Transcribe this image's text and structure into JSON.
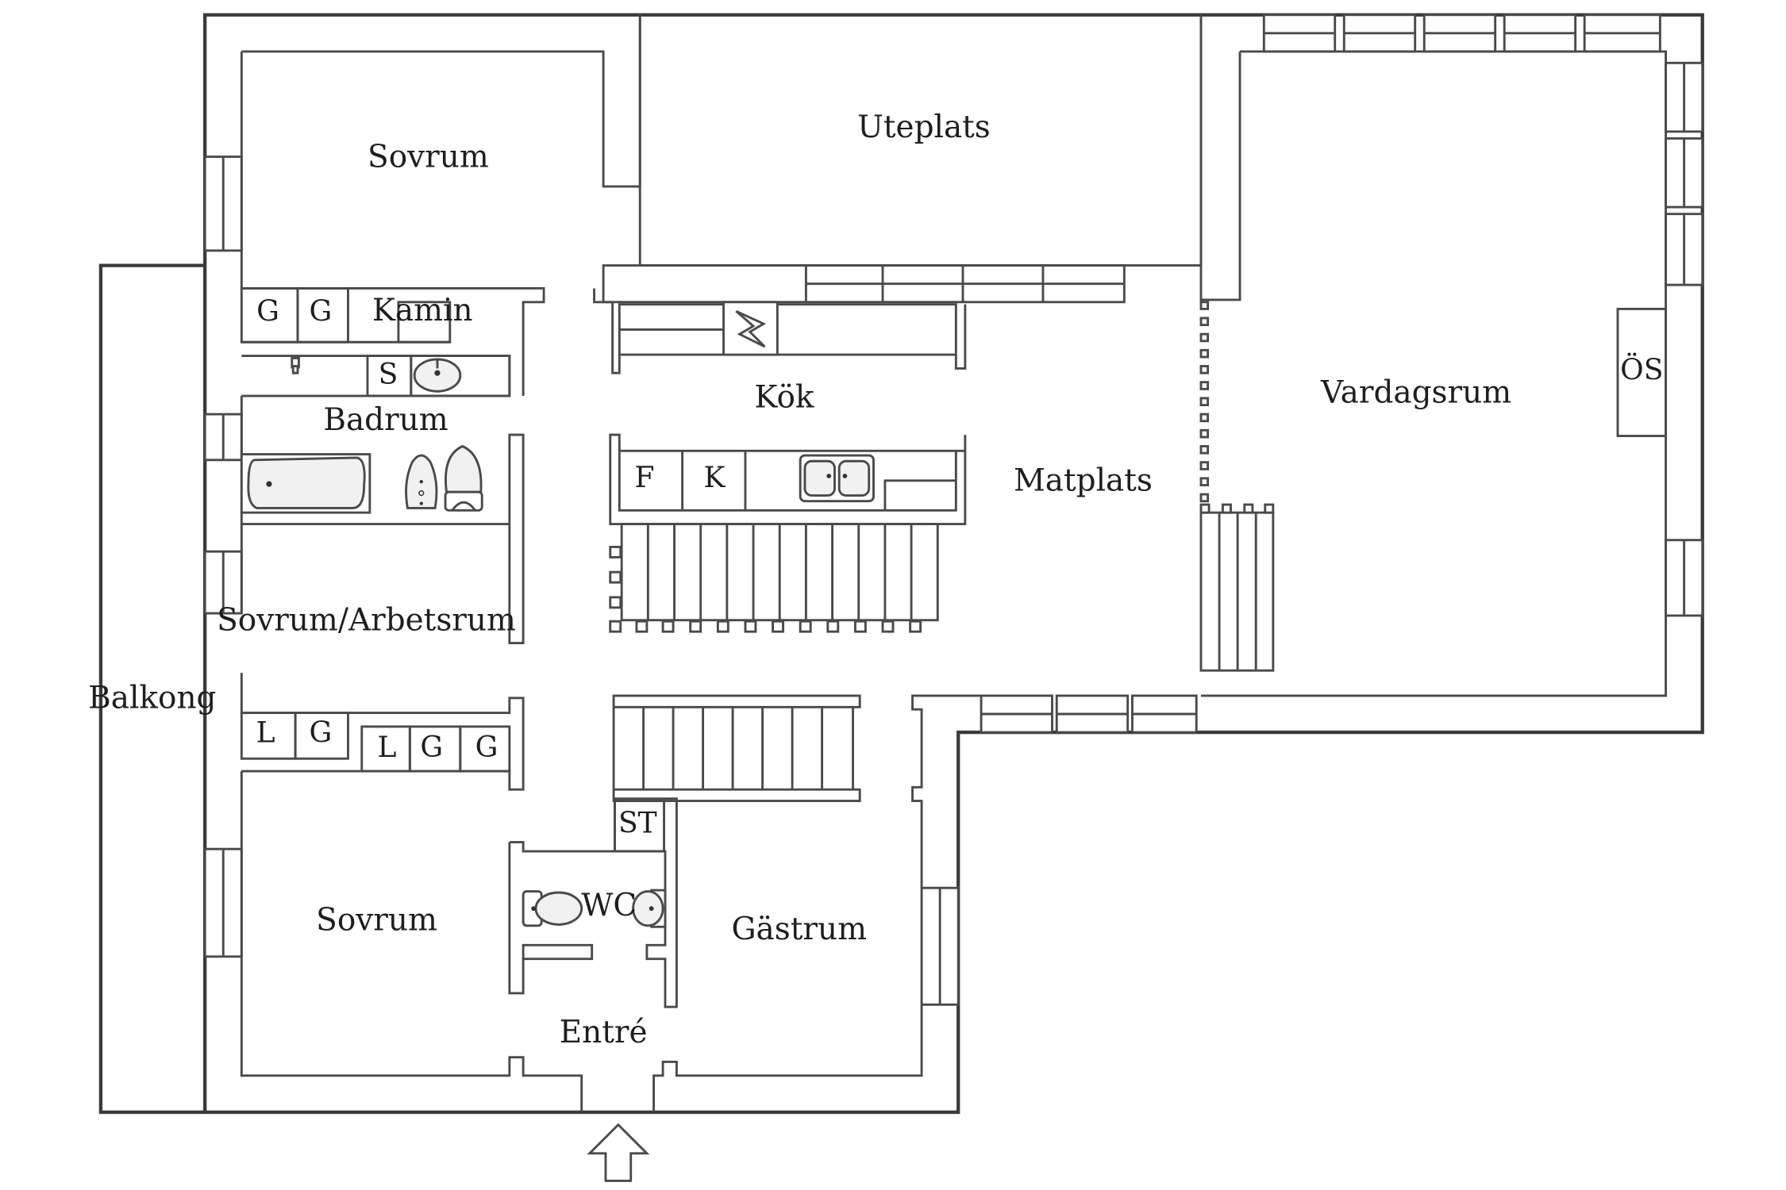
{
  "rooms": {
    "sovrum_top": "Sovrum",
    "uteplats": "Uteplats",
    "kamin": "Kamin",
    "kok": "Kök",
    "vardagsrum": "Vardagsrum",
    "badrum": "Badrum",
    "matplats": "Matplats",
    "sovrum_arbetsrum": "Sovrum/Arbetsrum",
    "balkong": "Balkong",
    "sovrum_bottom": "Sovrum",
    "wc": "WC",
    "gastrum": "Gästrum",
    "entre": "Entré"
  },
  "storage": {
    "g1": "G",
    "g2": "G",
    "s": "S",
    "f": "F",
    "k": "K",
    "os": "ÖS",
    "l1": "L",
    "g3": "G",
    "l2": "L",
    "g4": "G",
    "g5": "G",
    "st": "ST"
  },
  "icons": {
    "entrance": "entrance-arrow-icon",
    "stove": "fireplace-icon",
    "bathtub": "bathtub-icon",
    "toilet": "toilet-icon",
    "sink": "sink-icon"
  }
}
